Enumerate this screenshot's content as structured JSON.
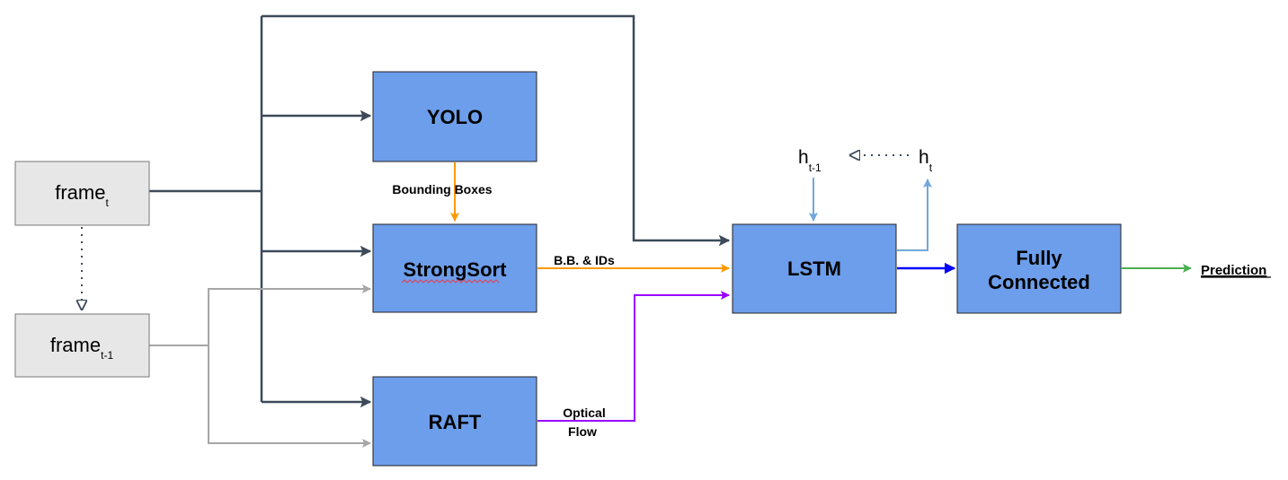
{
  "nodes": {
    "frame_t": {
      "base": "frame",
      "sub": "t"
    },
    "frame_t1": {
      "base": "frame",
      "sub": "t-1"
    },
    "yolo": "YOLO",
    "strongsort": "StrongSort",
    "raft": "RAFT",
    "lstm": "LSTM",
    "fully_connected": {
      "line1": "Fully",
      "line2": "Connected"
    },
    "h_t1": {
      "base": "h",
      "sub": "t-1"
    },
    "h_t": {
      "base": "h",
      "sub": "t"
    }
  },
  "edges": {
    "bounding_boxes": "Bounding Boxes",
    "bb_ids": "B.B. & IDs",
    "optical_flow": {
      "line1": "Optical",
      "line2": "Flow"
    }
  },
  "output": {
    "prediction": "Prediction"
  },
  "colors": {
    "box_fill": "#6d9eeb",
    "frame_fill": "#e7e7e7",
    "dark_line": "#3c4a5a",
    "gray_line": "#a6a6a6",
    "orange_line": "#ff9900",
    "purple_line": "#9900ff",
    "light_blue_line": "#6fa8dc",
    "blue_line": "#0000ff",
    "green_line": "#4caf50"
  }
}
